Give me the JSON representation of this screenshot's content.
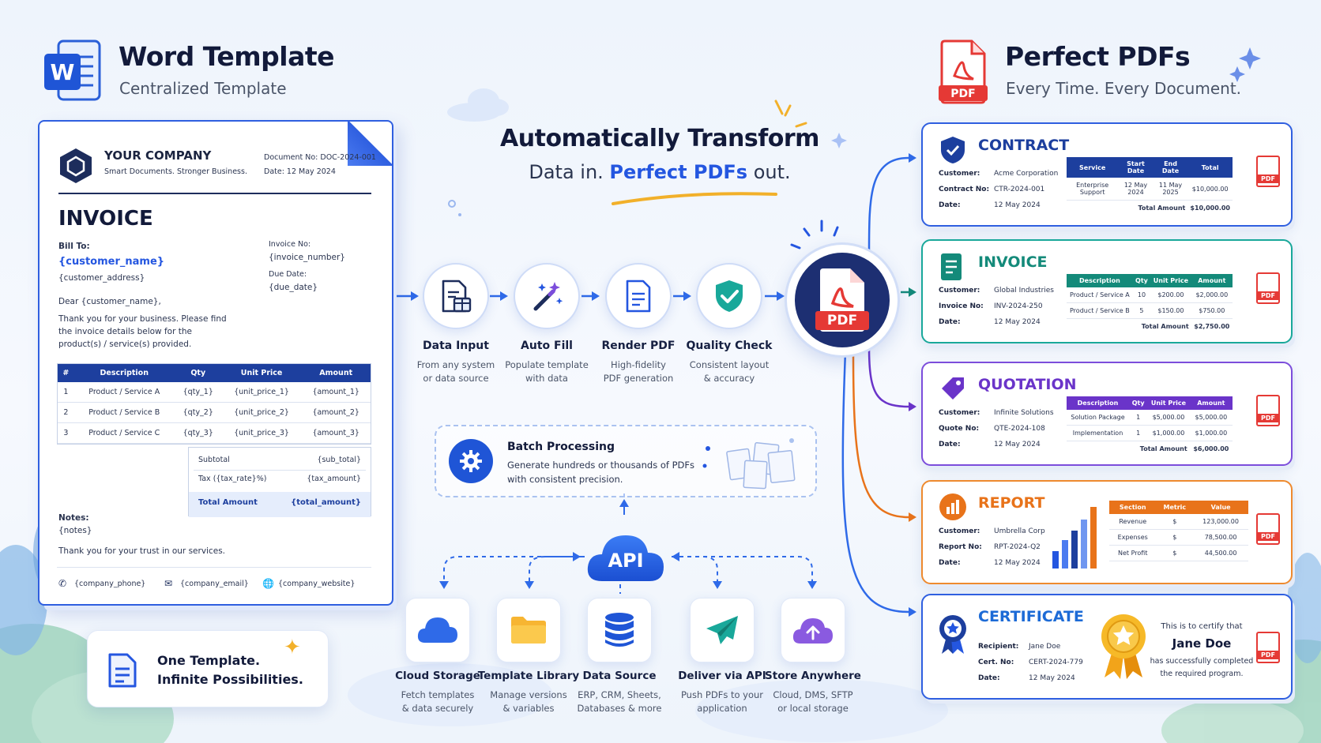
{
  "left_header": {
    "title": "Word Template",
    "subtitle": "Centralized Template",
    "icon": "word-icon"
  },
  "right_header": {
    "title": "Perfect PDFs",
    "subtitle": "Every Time. Every Document.",
    "icon": "pdf-icon"
  },
  "center_header": {
    "title": "Automatically Transform",
    "subtitle_prefix": "Data in. ",
    "subtitle_highlight": "Perfect PDFs",
    "subtitle_suffix": " out."
  },
  "invoice": {
    "company": "YOUR COMPANY",
    "tagline": "Smart Documents. Stronger Business.",
    "doc_no": "Document No: DOC-2024-001",
    "date": "Date: 12 May 2024",
    "title": "INVOICE",
    "bill_to": "Bill To:",
    "customer_name": "{customer_name}",
    "customer_address": "{customer_address}",
    "invoice_no_label": "Invoice No:",
    "invoice_no": "{invoice_number}",
    "due_label": "Due Date:",
    "due": "{due_date}",
    "dear": "Dear {customer_name},",
    "message": "Thank you for your business. Please find the invoice details below for the product(s) / service(s) provided.",
    "columns": [
      "#",
      "Description",
      "Qty",
      "Unit Price",
      "Amount"
    ],
    "rows": [
      [
        "1",
        "Product / Service A",
        "{qty_1}",
        "{unit_price_1}",
        "{amount_1}"
      ],
      [
        "2",
        "Product / Service B",
        "{qty_2}",
        "{unit_price_2}",
        "{amount_2}"
      ],
      [
        "3",
        "Product / Service C",
        "{qty_3}",
        "{unit_price_3}",
        "{amount_3}"
      ]
    ],
    "subtotal_label": "Subtotal",
    "subtotal": "{sub_total}",
    "tax_label": "Tax ({tax_rate}%)",
    "tax": "{tax_amount}",
    "total_label": "Total Amount",
    "total": "{total_amount}",
    "notes_label": "Notes:",
    "notes": "{notes}",
    "thanks": "Thank you for your trust in our services.",
    "phone": "{company_phone}",
    "email": "{company_email}",
    "website": "{company_website}"
  },
  "one_template": {
    "line1": "One Template.",
    "line2": "Infinite Possibilities."
  },
  "pipeline": [
    {
      "title": "Data Input",
      "desc1": "From any system",
      "desc2": "or data source",
      "icon": "document-data-icon"
    },
    {
      "title": "Auto Fill",
      "desc1": "Populate template",
      "desc2": "with data",
      "icon": "magic-wand-icon"
    },
    {
      "title": "Render PDF",
      "desc1": "High-fidelity",
      "desc2": "PDF generation",
      "icon": "render-document-icon"
    },
    {
      "title": "Quality Check",
      "desc1": "Consistent layout",
      "desc2": "& accuracy",
      "icon": "shield-check-icon"
    }
  ],
  "center_pdf": {
    "label": "PDF"
  },
  "batch": {
    "title": "Batch Processing",
    "desc1": "Generate hundreds or thousands of PDFs",
    "desc2": "with consistent precision."
  },
  "api": {
    "label": "API"
  },
  "sources": [
    {
      "title": "Cloud Storage",
      "desc1": "Fetch templates",
      "desc2": "& data securely",
      "icon": "cloud-icon"
    },
    {
      "title": "Template Library",
      "desc1": "Manage versions",
      "desc2": "& variables",
      "icon": "folder-icon"
    },
    {
      "title": "Data Source",
      "desc1": "ERP, CRM, Sheets,",
      "desc2": "Databases & more",
      "icon": "database-icon"
    },
    {
      "title": "Deliver via API",
      "desc1": "Push PDFs to your",
      "desc2": "application",
      "icon": "paper-plane-icon"
    },
    {
      "title": "Store Anywhere",
      "desc1": "Cloud, DMS, SFTP",
      "desc2": "or local storage",
      "icon": "cloud-upload-icon"
    }
  ],
  "outputs": {
    "contract": {
      "title": "CONTRACT",
      "color": "#1d3f9e",
      "fields": [
        [
          "Customer:",
          "Acme Corporation"
        ],
        [
          "Contract No:",
          "CTR-2024-001"
        ],
        [
          "Date:",
          "12 May 2024"
        ]
      ],
      "columns": [
        "Service",
        "Start Date",
        "End Date",
        "Total"
      ],
      "rows": [
        [
          "Enterprise Support",
          "12 May 2024",
          "11 May 2025",
          "$10,000.00"
        ]
      ],
      "total_label": "Total Amount",
      "total": "$10,000.00"
    },
    "invoice": {
      "title": "INVOICE",
      "color": "#148a7a",
      "fields": [
        [
          "Customer:",
          "Global Industries"
        ],
        [
          "Invoice No:",
          "INV-2024-250"
        ],
        [
          "Date:",
          "12 May 2024"
        ]
      ],
      "columns": [
        "Description",
        "Qty",
        "Unit Price",
        "Amount"
      ],
      "rows": [
        [
          "Product / Service A",
          "10",
          "$200.00",
          "$2,000.00"
        ],
        [
          "Product / Service B",
          "5",
          "$150.00",
          "$750.00"
        ]
      ],
      "total_label": "Total Amount",
      "total": "$2,750.00"
    },
    "quotation": {
      "title": "QUOTATION",
      "color": "#6a34c9",
      "fields": [
        [
          "Customer:",
          "Infinite Solutions"
        ],
        [
          "Quote No:",
          "QTE-2024-108"
        ],
        [
          "Date:",
          "12 May 2024"
        ]
      ],
      "columns": [
        "Description",
        "Qty",
        "Unit Price",
        "Amount"
      ],
      "rows": [
        [
          "Solution Package",
          "1",
          "$5,000.00",
          "$5,000.00"
        ],
        [
          "Implementation",
          "1",
          "$1,000.00",
          "$1,000.00"
        ]
      ],
      "total_label": "Total Amount",
      "total": "$6,000.00"
    },
    "report": {
      "title": "REPORT",
      "color": "#e8731a",
      "fields": [
        [
          "Customer:",
          "Umbrella Corp"
        ],
        [
          "Report No:",
          "RPT-2024-Q2"
        ],
        [
          "Date:",
          "12 May 2024"
        ]
      ],
      "columns": [
        "Section",
        "Metric",
        "Value"
      ],
      "rows": [
        [
          "Revenue",
          "$",
          "123,000.00"
        ],
        [
          "Expenses",
          "$",
          "78,500.00"
        ],
        [
          "Net Profit",
          "$",
          "44,500.00"
        ]
      ]
    },
    "certificate": {
      "title": "CERTIFICATE",
      "color": "#1d6bd6",
      "fields": [
        [
          "Recipient:",
          "Jane Doe"
        ],
        [
          "Cert. No:",
          "CERT-2024-779"
        ],
        [
          "Date:",
          "12 May 2024"
        ]
      ],
      "line1": "This is to certify that",
      "name": "Jane Doe",
      "line2": "has successfully completed",
      "line3": "the required program."
    }
  },
  "pdf_badge": "PDF",
  "colors": {
    "primary": "#2456e0",
    "navy": "#1d3f9e",
    "pdf_red": "#e53935",
    "teal": "#148a7a",
    "purple": "#6a34c9",
    "orange": "#e8731a"
  }
}
